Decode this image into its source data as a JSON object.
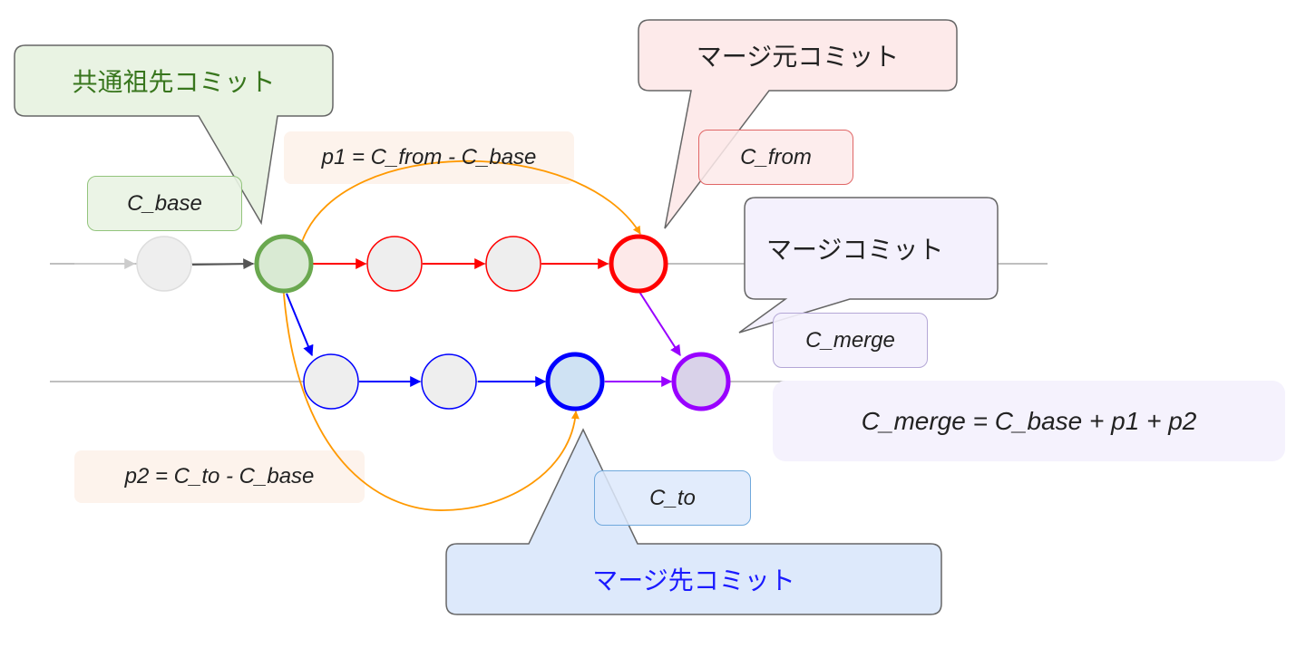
{
  "colors": {
    "base": "#6aa84f",
    "base_fill": "#d9ead3",
    "from": "#ff0000",
    "from_fill": "#fde9e9",
    "to": "#0000ff",
    "to_fill": "#cfe2f3",
    "merge": "#9900ff",
    "merge_fill": "#d9d2e9",
    "patch_arrow": "#ff9900",
    "node_fill": "#eeeeee",
    "branch_line": "#999999"
  },
  "callouts": {
    "base": {
      "text": "共通祖先コミット",
      "text_color": "#38761d",
      "fill": "#e9f3e3"
    },
    "from": {
      "text": "マージ元コミット",
      "text_color": "#222222",
      "fill": "#fdeaea"
    },
    "merge": {
      "text": "マージコミット",
      "text_color": "#222222",
      "fill": "#f4f1fd"
    },
    "to": {
      "text": "マージ先コミット",
      "text_color": "#1a1aff",
      "fill": "#dde9fb"
    }
  },
  "labels": {
    "c_base": "C_base",
    "c_from": "C_from",
    "c_merge": "C_merge",
    "c_to": "C_to",
    "p1": "p1 = C_from - C_base",
    "p2": "p2 = C_to - C_base",
    "formula": "C_merge = C_base + p1 + p2"
  },
  "graph": {
    "nodes": [
      {
        "id": "old",
        "branch": "main",
        "role": "ancestor-prev"
      },
      {
        "id": "base",
        "branch": "main",
        "role": "base"
      },
      {
        "id": "f1",
        "branch": "from",
        "role": "intermediate"
      },
      {
        "id": "f2",
        "branch": "from",
        "role": "intermediate"
      },
      {
        "id": "from",
        "branch": "from",
        "role": "from"
      },
      {
        "id": "t1",
        "branch": "to",
        "role": "intermediate"
      },
      {
        "id": "t2",
        "branch": "to",
        "role": "intermediate"
      },
      {
        "id": "to",
        "branch": "to",
        "role": "to"
      },
      {
        "id": "merge",
        "branch": "to",
        "role": "merge"
      }
    ],
    "edges": [
      {
        "from": "old",
        "to": "base",
        "kind": "history"
      },
      {
        "from": "base",
        "to": "f1",
        "kind": "from"
      },
      {
        "from": "f1",
        "to": "f2",
        "kind": "from"
      },
      {
        "from": "f2",
        "to": "from",
        "kind": "from"
      },
      {
        "from": "base",
        "to": "t1",
        "kind": "to"
      },
      {
        "from": "t1",
        "to": "t2",
        "kind": "to"
      },
      {
        "from": "t2",
        "to": "to",
        "kind": "to"
      },
      {
        "from": "to",
        "to": "merge",
        "kind": "merge"
      },
      {
        "from": "from",
        "to": "merge",
        "kind": "merge"
      }
    ],
    "patches": [
      {
        "name": "p1",
        "between": [
          "base",
          "from"
        ]
      },
      {
        "name": "p2",
        "between": [
          "base",
          "to"
        ]
      }
    ]
  }
}
